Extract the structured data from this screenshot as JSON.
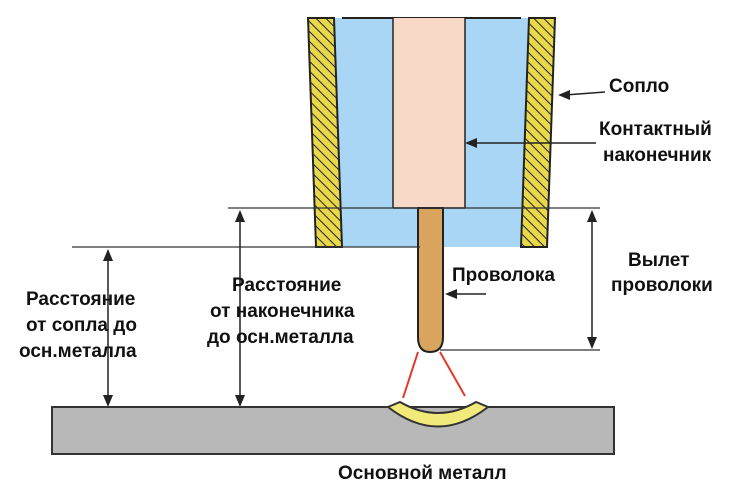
{
  "labels": {
    "nozzle": "Сопло",
    "contact_tip_1": "Контактный",
    "contact_tip_2": "наконечник",
    "wire": "Проволока",
    "stickout_1": "Вылет",
    "stickout_2": "проволоки",
    "nozzle_dist_1": "Расстояние",
    "nozzle_dist_2": "от сопла до",
    "nozzle_dist_3": "осн.металла",
    "tip_dist_1": "Расстояние",
    "tip_dist_2": "от наконечника",
    "tip_dist_3": "до осн.металла",
    "base_metal": "Основной металл"
  },
  "colors": {
    "nozzle_hatch": "#e8d84a",
    "gas_channel": "#a9d6f5",
    "contact_tip": "#f8d9c7",
    "wire": "#d9a45e",
    "base_metal": "#b8b8b8",
    "weld_pool": "#f1ea7a",
    "arc": "#e23a2a"
  }
}
